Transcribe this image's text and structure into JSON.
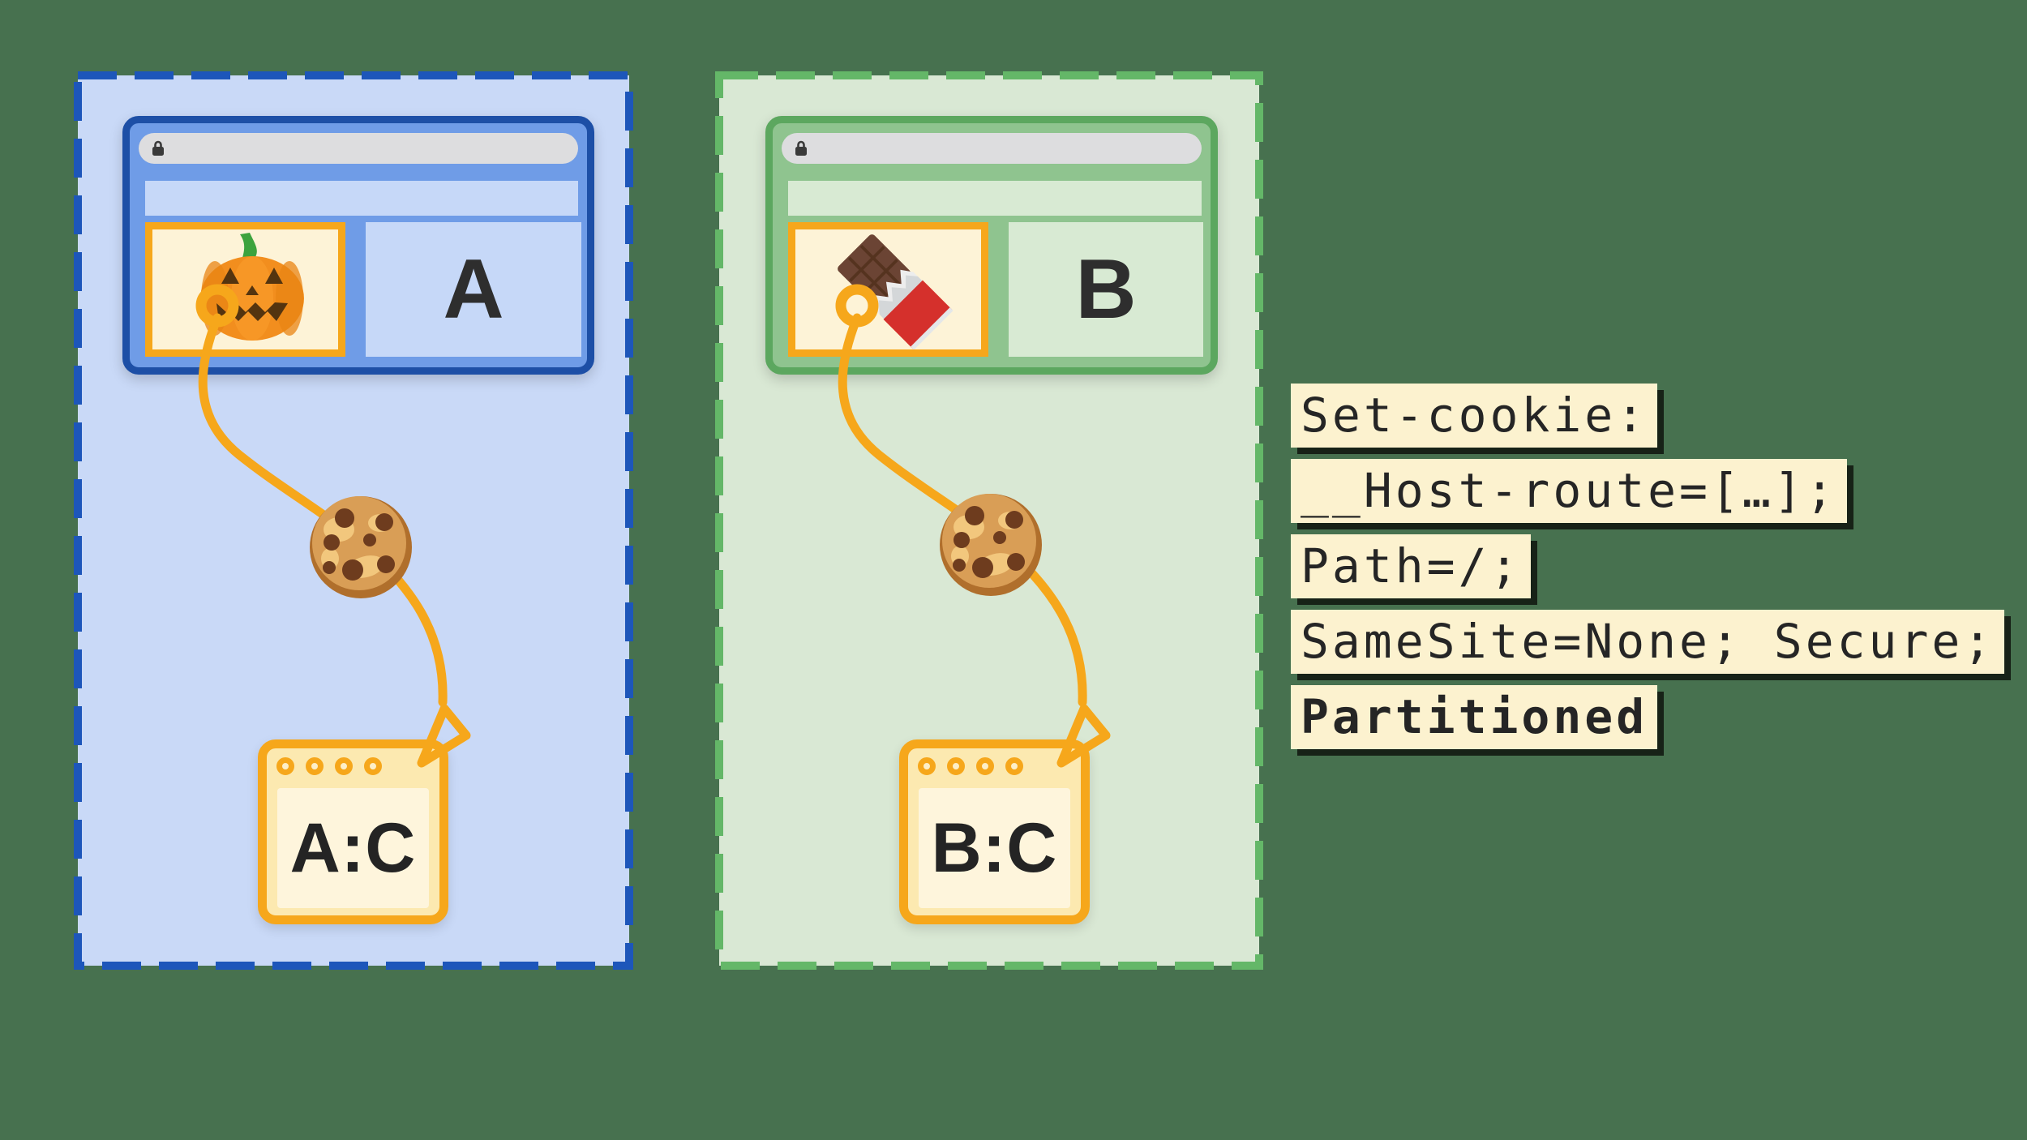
{
  "diagram": {
    "background_color": "#47714F",
    "accent_orange": "#F6A71B",
    "iframe_fill": "#FDF3D7"
  },
  "panel_a": {
    "site_label": "A",
    "partition_label": "A:C",
    "iframe_icon": "jack-o-lantern-pumpkin",
    "flow_icon": "chocolate-chip-cookie",
    "panel_fill": "#C9D9F7",
    "panel_border": "#1D56BA",
    "window_fill": "#6F9CE7",
    "window_border": "#1D4FA6"
  },
  "panel_b": {
    "site_label": "B",
    "partition_label": "B:C",
    "iframe_icon": "chocolate-bar",
    "flow_icon": "chocolate-chip-cookie",
    "panel_fill": "#D9E8D4",
    "panel_border": "#64B768",
    "window_fill": "#8FC48F",
    "window_border": "#5CA75F"
  },
  "code_block": {
    "background": "#FCF2CF",
    "text_color": "#252525",
    "lines": [
      {
        "text": "Set-cookie:",
        "bold": false
      },
      {
        "text": "__Host-route=[…];",
        "bold": false
      },
      {
        "text": "Path=/;",
        "bold": false
      },
      {
        "text": "SameSite=None; Secure;",
        "bold": false
      },
      {
        "text": "Partitioned",
        "bold": true
      }
    ]
  }
}
